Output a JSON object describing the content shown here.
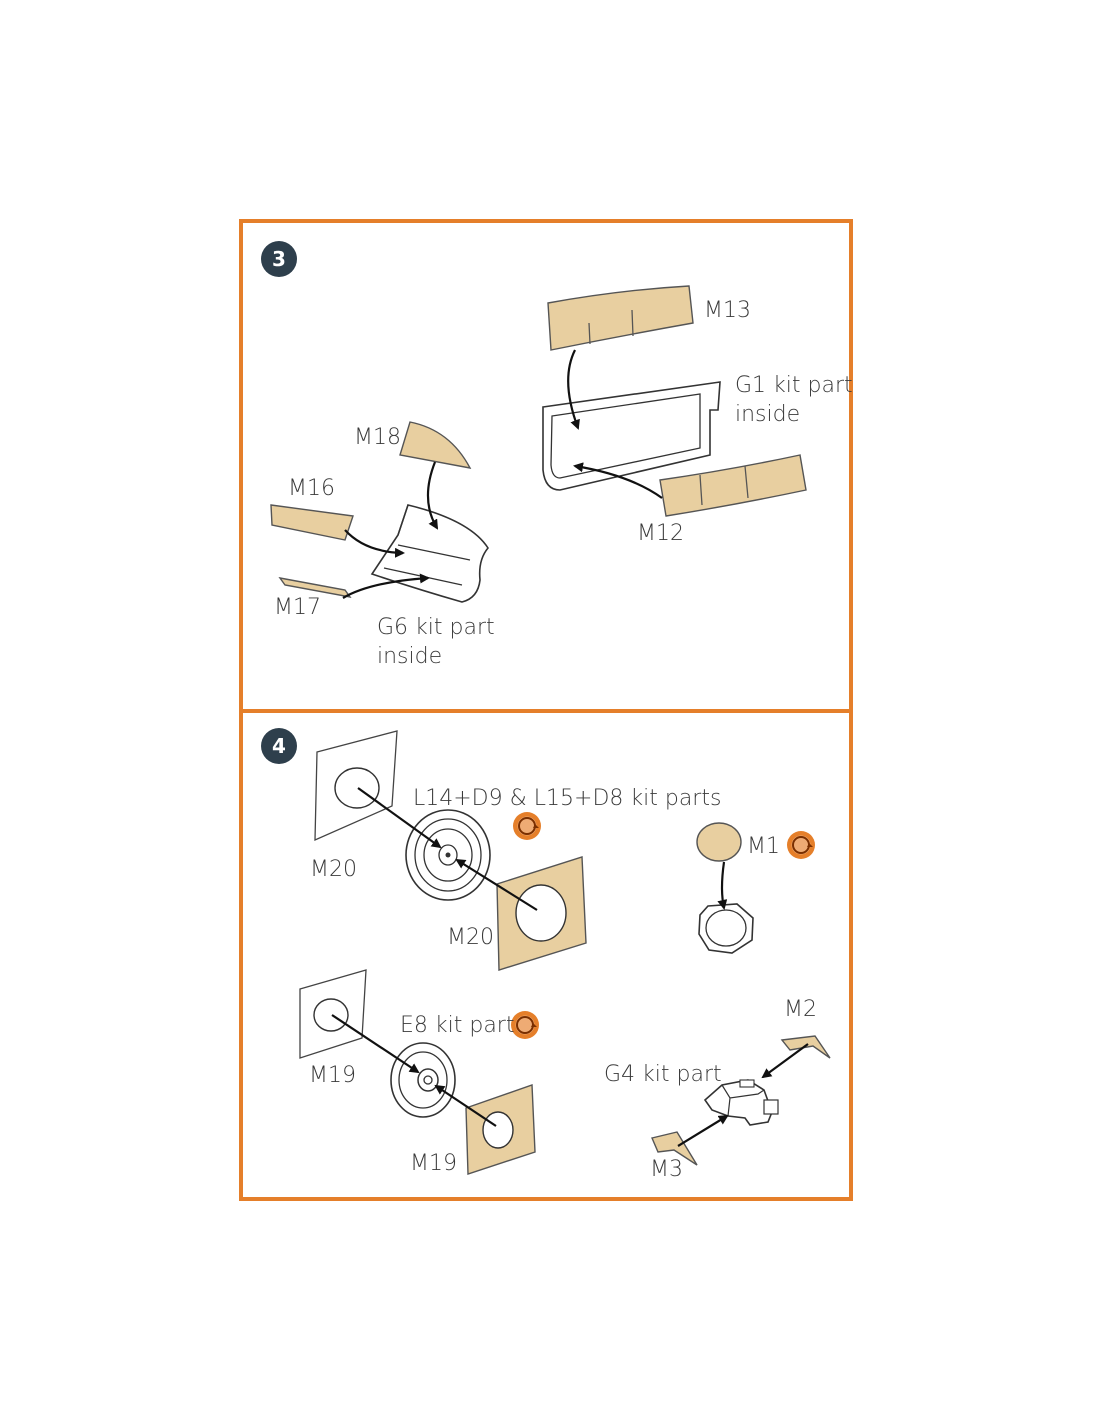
{
  "colors": {
    "frame": "#e57f2a",
    "mask": "#e8cfa0",
    "step_badge": "#2e3f4c",
    "sym_ring": "#e57f2a"
  },
  "step3": {
    "number": "3",
    "labels": {
      "m13": "M13",
      "g1_line1": "G1 kit part",
      "g1_line2": "inside",
      "m18": "M18",
      "m16": "M16",
      "m12": "M12",
      "m17": "M17",
      "g6_line1": "G6 kit part",
      "g6_line2": "inside"
    }
  },
  "step4": {
    "number": "4",
    "labels": {
      "l14": "L14+D9 & L15+D8 kit parts",
      "m20_left": "M20",
      "m20_right": "M20",
      "m1": "M1",
      "e8": "E8 kit part",
      "m19_left": "M19",
      "m19_bottom": "M19",
      "m2": "M2",
      "g4": "G4 kit part",
      "m3": "M3"
    },
    "symbols": {
      "repeat_2x": "2x",
      "icon": "repeat-2x-icon"
    }
  }
}
